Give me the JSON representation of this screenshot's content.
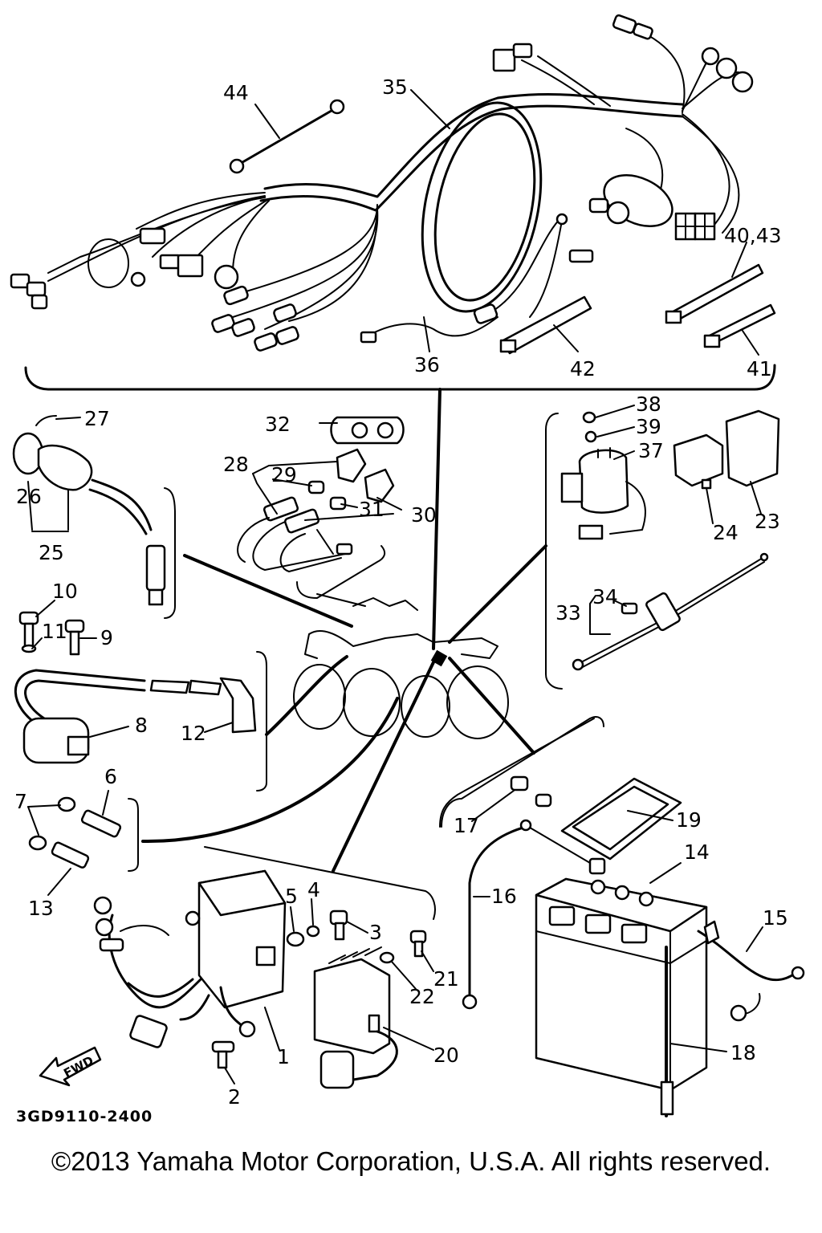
{
  "part_labels": {
    "p1": "1",
    "p2": "2",
    "p3": "3",
    "p4": "4",
    "p5": "5",
    "p6": "6",
    "p7": "7",
    "p8": "8",
    "p9": "9",
    "p10": "10",
    "p11": "11",
    "p12": "12",
    "p13": "13",
    "p14": "14",
    "p15": "15",
    "p16": "16",
    "p17": "17",
    "p18": "18",
    "p19": "19",
    "p20": "20",
    "p21": "21",
    "p22": "22",
    "p23": "23",
    "p24": "24",
    "p25": "25",
    "p26": "26",
    "p27": "27",
    "p28": "28",
    "p29": "29",
    "p30": "30",
    "p31": "31",
    "p32": "32",
    "p33": "33",
    "p34": "34",
    "p35": "35",
    "p36": "36",
    "p37": "37",
    "p38": "38",
    "p39": "39",
    "p40_43": "40,43",
    "p41": "41",
    "p42": "42",
    "p44": "44"
  },
  "fwd_label": "FWD",
  "diagram_code": "3GD9110-2400",
  "copyright": "©2013 Yamaha Motor Corporation, U.S.A. All rights reserved."
}
